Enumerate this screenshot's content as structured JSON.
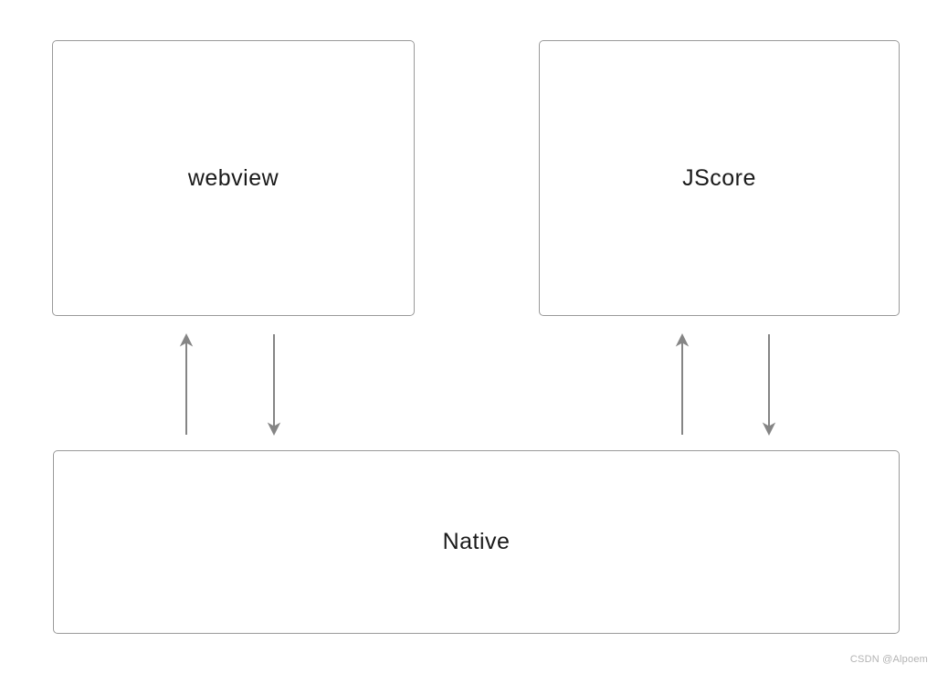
{
  "diagram": {
    "nodes": [
      {
        "id": "webview",
        "label": "webview"
      },
      {
        "id": "jscore",
        "label": "JScore"
      },
      {
        "id": "native",
        "label": "Native"
      }
    ],
    "arrows": [
      {
        "from": "native",
        "to": "webview",
        "direction": "up"
      },
      {
        "from": "webview",
        "to": "native",
        "direction": "down"
      },
      {
        "from": "native",
        "to": "jscore",
        "direction": "up"
      },
      {
        "from": "jscore",
        "to": "native",
        "direction": "down"
      }
    ]
  },
  "watermark": {
    "text": "CSDN @Alpoem"
  },
  "colors": {
    "canvas_bg": "#ffffff",
    "box_border": "#9a9a9a",
    "box_fill": "#ffffff",
    "label_color": "#1a1a1a",
    "arrow_color": "#858585",
    "watermark_color": "#b3b3b3"
  }
}
